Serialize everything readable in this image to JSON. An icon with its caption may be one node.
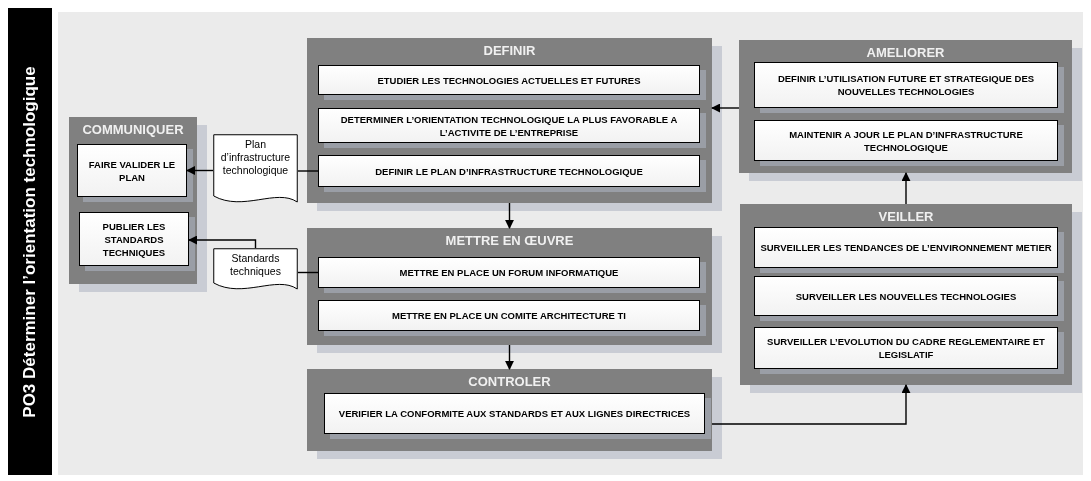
{
  "diagram": {
    "title": "PO3 Déterminer l’orientation technologique",
    "nodes": [
      {
        "text": [
          "COMMUNIQUER"
        ]
      },
      {
        "text": [
          "FAIRE VALIDER LE PLAN"
        ],
        "in": 0
      },
      {
        "text": [
          "PUBLIER LES STANDARDS TECHNIQUES"
        ],
        "in": 0
      },
      {
        "text": [
          "Plan d’infrastructure technologique"
        ]
      },
      {
        "text": [
          "Standards techniques"
        ]
      },
      {
        "text": [
          "DEFINIR"
        ]
      },
      {
        "text": [
          "ETUDIER LES TECHNOLOGIES ACTUELLES ET FUTURES"
        ],
        "in": 5
      },
      {
        "text": [
          "DETERMINER L’ORIENTATION TECHNOLOGIQUE LA PLUS FAVORABLE A L’ACTIVITE DE L’ENTREPRISE"
        ],
        "in": 5
      },
      {
        "text": [
          "DEFINIR LE PLAN D’INFRASTRUCTURE TECHNOLOGIQUE"
        ],
        "in": 5
      },
      {
        "text": [
          "METTRE EN ŒUVRE"
        ]
      },
      {
        "text": [
          "METTRE EN PLACE UN FORUM INFORMATIQUE"
        ],
        "in": 9
      },
      {
        "text": [
          "METTRE EN PLACE UN COMITE ARCHITECTURE TI"
        ],
        "in": 9
      },
      {
        "text": [
          "CONTROLER"
        ]
      },
      {
        "text": [
          "VERIFIER LA CONFORMITE AUX STANDARDS ET AUX LIGNES DIRECTRICES"
        ],
        "in": 12
      },
      {
        "text": [
          "AMELIORER"
        ]
      },
      {
        "text": [
          "DEFINIR L’UTILISATION FUTURE ET STRATEGIQUE DES NOUVELLES TECHNOLOGIES"
        ],
        "in": 14
      },
      {
        "text": [
          "MAINTENIR A JOUR LE PLAN D’INFRASTRUCTURE TECHNOLOGIQUE"
        ],
        "in": 14
      },
      {
        "text": [
          "VEILLER"
        ]
      },
      {
        "text": [
          "SURVEILLER LES TENDANCES DE L’ENVIRONNEMENT METIER"
        ],
        "in": 17
      },
      {
        "text": [
          "SURVEILLER LES NOUVELLES TECHNOLOGIES"
        ],
        "in": 17
      },
      {
        "text": [
          "SURVEILLER L’EVOLUTION DU CADRE REGLEMENTAIRE ET LEGISLATIF"
        ],
        "in": 17
      }
    ],
    "edges": [
      {
        "from": 8,
        "to": 3,
        "arrow": "none"
      },
      {
        "from": 3,
        "to": 1,
        "arrow": "to"
      },
      {
        "from": 10,
        "to": 4,
        "arrow": "none"
      },
      {
        "from": 4,
        "to": 2,
        "arrow": "to"
      },
      {
        "from": 5,
        "to": 9,
        "arrow": "to"
      },
      {
        "from": 9,
        "to": 12,
        "arrow": "to"
      },
      {
        "from": 12,
        "to": 17,
        "arrow": "to"
      },
      {
        "from": 17,
        "to": 14,
        "arrow": "to"
      },
      {
        "from": 14,
        "to": 5,
        "arrow": "to"
      }
    ]
  }
}
